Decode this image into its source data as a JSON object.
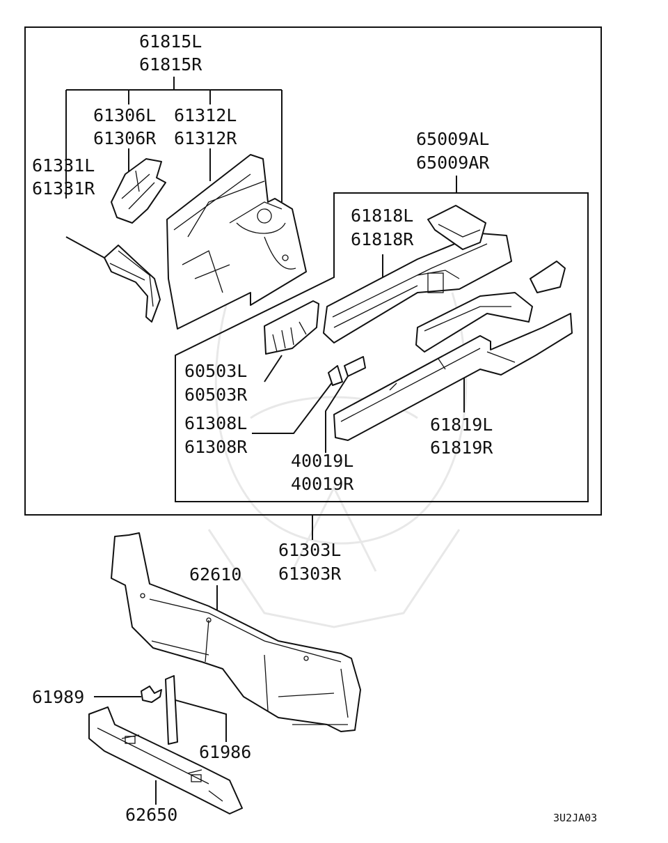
{
  "callouts": {
    "p61815": [
      "61815L",
      "61815R"
    ],
    "p61306": [
      "61306L",
      "61306R"
    ],
    "p61312": [
      "61312L",
      "61312R"
    ],
    "p61331": [
      "61331L",
      "61331R"
    ],
    "p65009": [
      "65009AL",
      "65009AR"
    ],
    "p61818": [
      "61818L",
      "61818R"
    ],
    "p60503": [
      "60503L",
      "60503R"
    ],
    "p61308": [
      "61308L",
      "61308R"
    ],
    "p40019": [
      "40019L",
      "40019R"
    ],
    "p61819": [
      "61819L",
      "61819R"
    ],
    "p61303": [
      "61303L",
      "61303R"
    ],
    "p62610": [
      "62610"
    ],
    "p61989": [
      "61989"
    ],
    "p61986": [
      "61986"
    ],
    "p62650": [
      "62650"
    ]
  },
  "diagram_code": "3U2JA03"
}
